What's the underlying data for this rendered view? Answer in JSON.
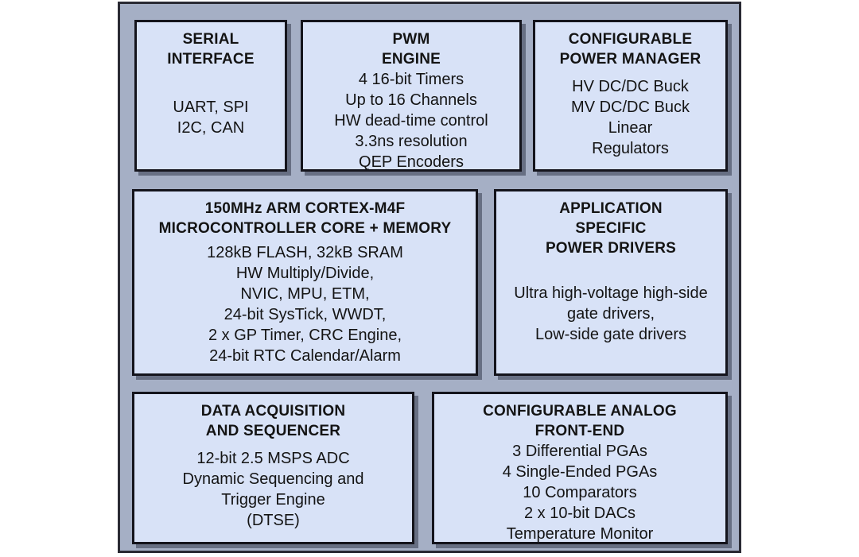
{
  "diagram": {
    "description": "SoC block diagram",
    "colors": {
      "page_background": "#ffffff",
      "panel_background": "#a5afc5",
      "block_fill": "#d8e2f7",
      "border": "#14141c",
      "text": "#141414"
    },
    "blocks": [
      {
        "id": "serial-interface",
        "title_lines": [
          "SERIAL",
          "INTERFACE"
        ],
        "body_lines": [
          "UART, SPI",
          "I2C, CAN"
        ]
      },
      {
        "id": "pwm-engine",
        "title_lines": [
          "PWM",
          "ENGINE"
        ],
        "body_lines": [
          "4 16-bit Timers",
          "Up to 16 Channels",
          "HW dead-time control",
          "3.3ns resolution",
          "QEP Encoders"
        ]
      },
      {
        "id": "configurable-power-manager",
        "title_lines": [
          "CONFIGURABLE",
          "POWER MANAGER"
        ],
        "body_lines": [
          "HV DC/DC Buck",
          "MV DC/DC Buck",
          "Linear",
          "Regulators"
        ]
      },
      {
        "id": "microcontroller-core",
        "title_lines": [
          "150MHz ARM CORTEX-M4F",
          "MICROCONTROLLER CORE + MEMORY"
        ],
        "body_lines": [
          "128kB FLASH, 32kB SRAM",
          "HW Multiply/Divide,",
          "NVIC, MPU, ETM,",
          "24-bit SysTick, WWDT,",
          "2 x GP Timer, CRC Engine,",
          "24-bit RTC Calendar/Alarm"
        ]
      },
      {
        "id": "application-specific-power-drivers",
        "title_lines": [
          "APPLICATION",
          "SPECIFIC",
          "POWER DRIVERS"
        ],
        "body_lines": [
          "Ultra high-voltage high-side",
          "gate drivers,",
          "Low-side gate drivers"
        ]
      },
      {
        "id": "data-acquisition-and-sequencer",
        "title_lines": [
          "DATA ACQUISITION",
          "AND SEQUENCER"
        ],
        "body_lines": [
          "12-bit 2.5 MSPS ADC",
          "Dynamic Sequencing and",
          "Trigger Engine",
          "(DTSE)"
        ]
      },
      {
        "id": "configurable-analog-front-end",
        "title_lines": [
          "CONFIGURABLE ANALOG",
          "FRONT-END"
        ],
        "body_lines": [
          "3 Differential PGAs",
          "4 Single-Ended PGAs",
          "10 Comparators",
          "2 x 10-bit DACs",
          "Temperature Monitor"
        ]
      }
    ]
  }
}
